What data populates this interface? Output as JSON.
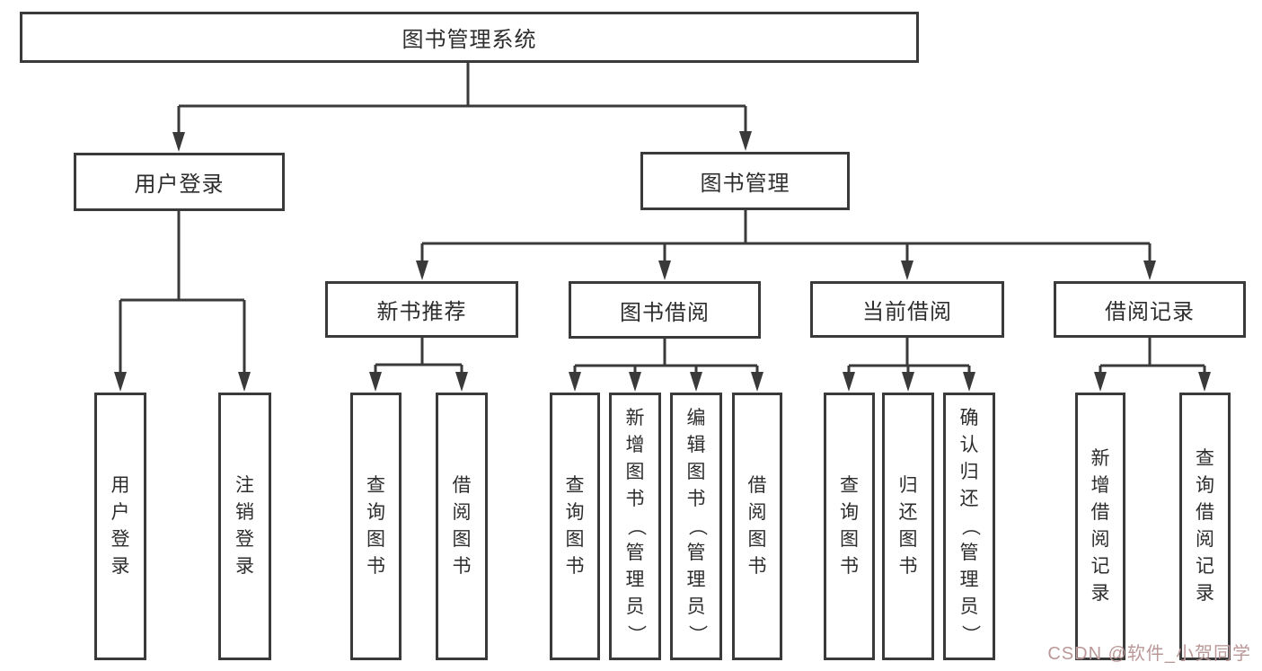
{
  "diagram_title": "图书管理系统",
  "tree": {
    "label": "图书管理系统",
    "children": [
      {
        "label": "用户登录",
        "children": [
          {
            "label": "用户登录"
          },
          {
            "label": "注销登录"
          }
        ]
      },
      {
        "label": "图书管理",
        "children": [
          {
            "label": "新书推荐",
            "children": [
              {
                "label": "查询图书"
              },
              {
                "label": "借阅图书"
              }
            ]
          },
          {
            "label": "图书借阅",
            "children": [
              {
                "label": "查询图书"
              },
              {
                "label": "新增图书（管理员）"
              },
              {
                "label": "编辑图书（管理员）"
              },
              {
                "label": "借阅图书"
              }
            ]
          },
          {
            "label": "当前借阅",
            "children": [
              {
                "label": "查询图书"
              },
              {
                "label": "归还图书"
              },
              {
                "label": "确认归还（管理员）"
              }
            ]
          },
          {
            "label": "借阅记录",
            "children": [
              {
                "label": "新增借阅记录"
              },
              {
                "label": "查询借阅记录"
              }
            ]
          }
        ]
      }
    ]
  },
  "watermark": {
    "text": "CSDN @软件_小贺同学"
  },
  "colors": {
    "line": "#3a3a3a",
    "box_border": "#3a3a3a",
    "text": "#2d2d2d",
    "watermark": "#bb9898",
    "background": "#ffffff"
  }
}
